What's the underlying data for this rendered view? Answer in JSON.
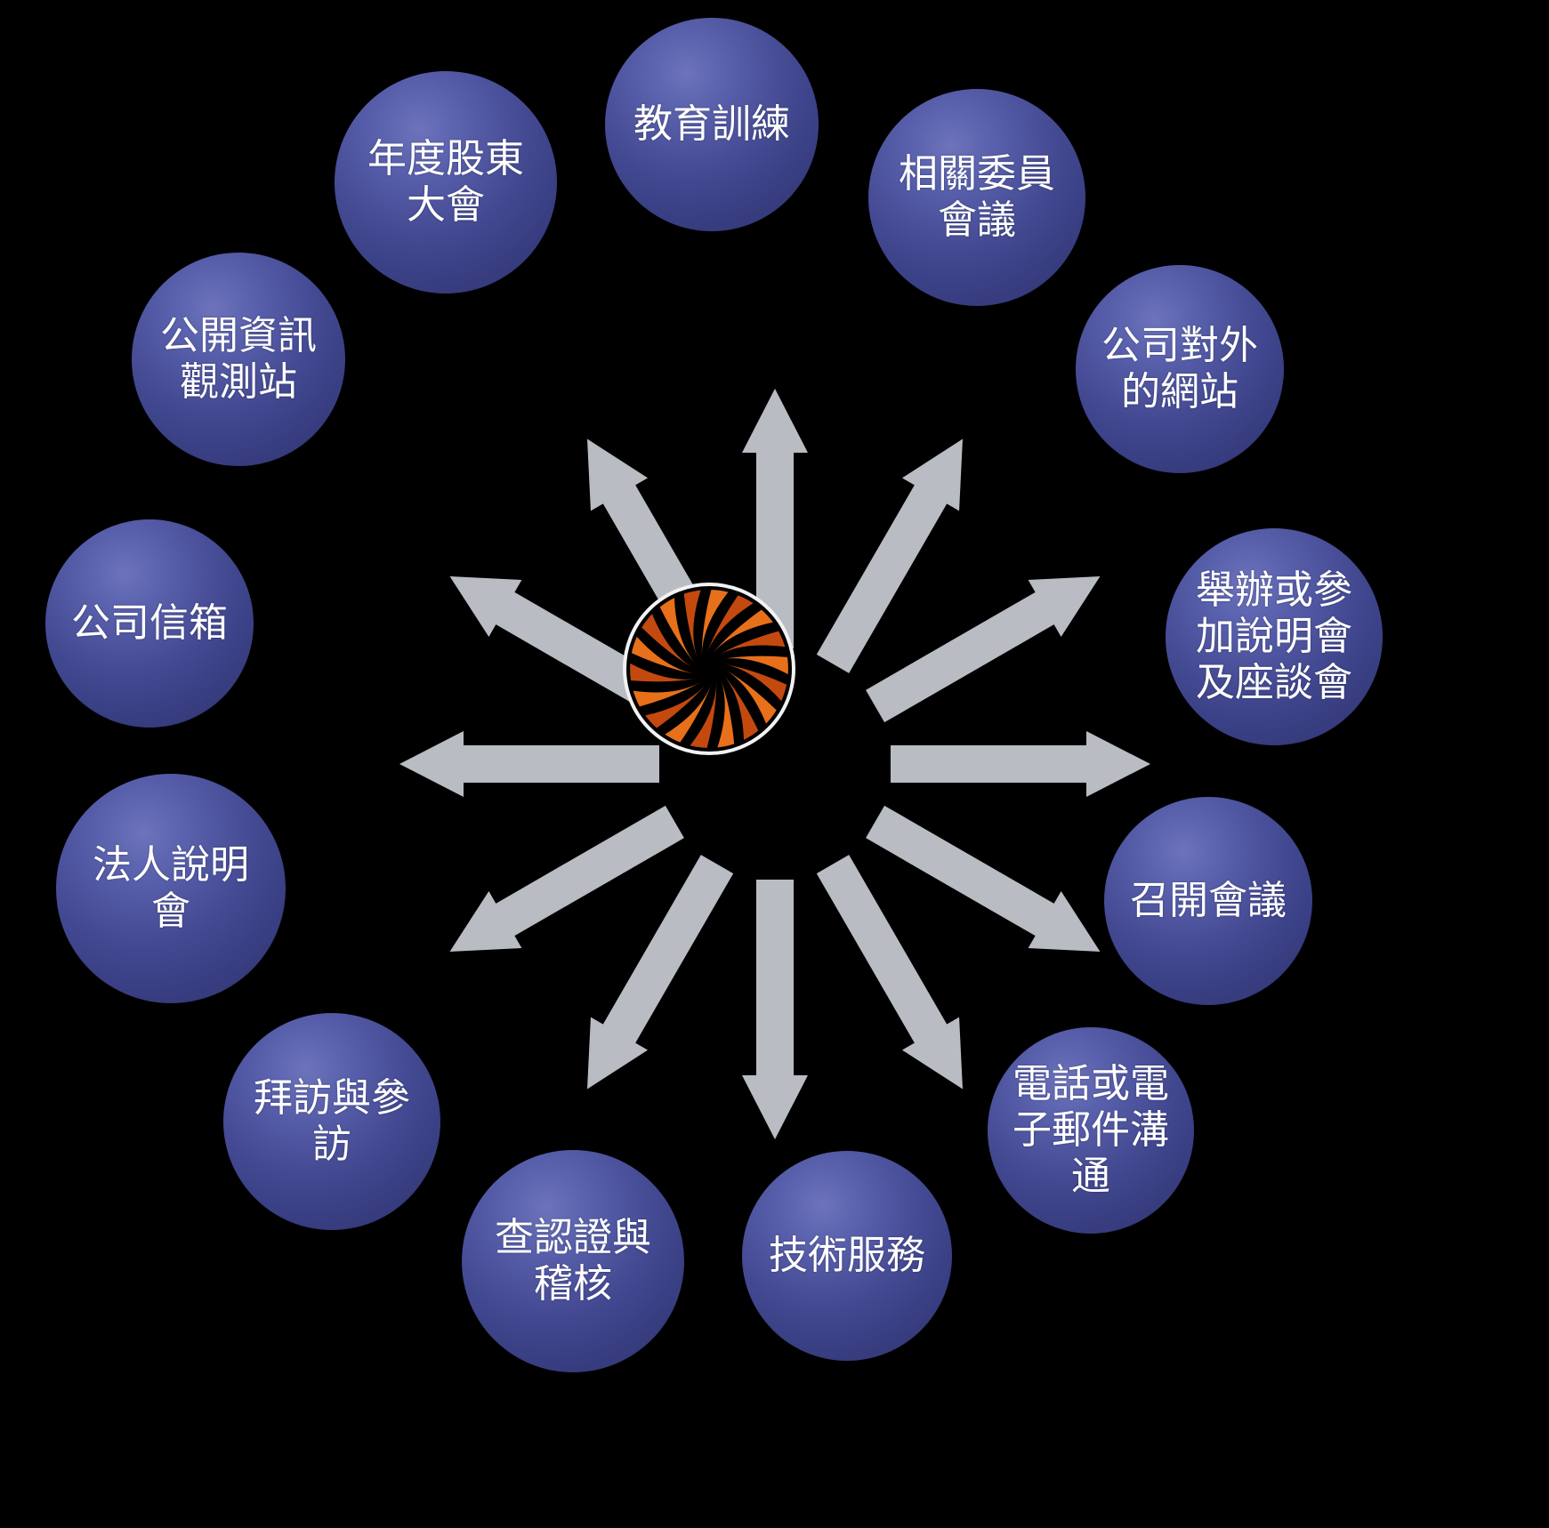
{
  "diagram": {
    "type": "radial-hub-and-spoke",
    "title": "",
    "background_color": "#000000",
    "bubble_color": "#474d96",
    "bubble_highlight_color": "#6d74bb",
    "arrow_color": "#b9bcc2",
    "label_color": "#ffffff",
    "hub": {
      "name": "center-pinwheel-icon",
      "icon": "pinwheel-sunburst-icon",
      "colors": {
        "blades": "#e8701a",
        "blade_dark": "#c4490f",
        "ring": "#f2f2f2",
        "core": "#000000"
      },
      "blade_count": 18
    },
    "arrow_count": 12,
    "nodes": [
      {
        "id": "n1",
        "label": "教育訓練",
        "angle_deg": 270
      },
      {
        "id": "n2",
        "label": "相關委員\n會議",
        "angle_deg": 300
      },
      {
        "id": "n3",
        "label": "公司對外\n的網站",
        "angle_deg": 330
      },
      {
        "id": "n4",
        "label": "舉辦或參\n加說明會\n及座談會",
        "angle_deg": 0
      },
      {
        "id": "n5",
        "label": "召開會議",
        "angle_deg": 30
      },
      {
        "id": "n6",
        "label": "電話或電\n子郵件溝\n通",
        "angle_deg": 60
      },
      {
        "id": "n7",
        "label": "技術服務",
        "angle_deg": 90
      },
      {
        "id": "n8",
        "label": "查認證與\n稽核",
        "angle_deg": 120
      },
      {
        "id": "n9",
        "label": "拜訪與參\n訪",
        "angle_deg": 150
      },
      {
        "id": "n10",
        "label": "法人說明\n會",
        "angle_deg": 180
      },
      {
        "id": "n11",
        "label": "公司信箱",
        "angle_deg": 210
      },
      {
        "id": "n12",
        "label": "公開資訊\n觀測站",
        "angle_deg": 240
      },
      {
        "id": "n13",
        "label": "年度股東\n大會",
        "angle_deg": 255
      }
    ]
  }
}
